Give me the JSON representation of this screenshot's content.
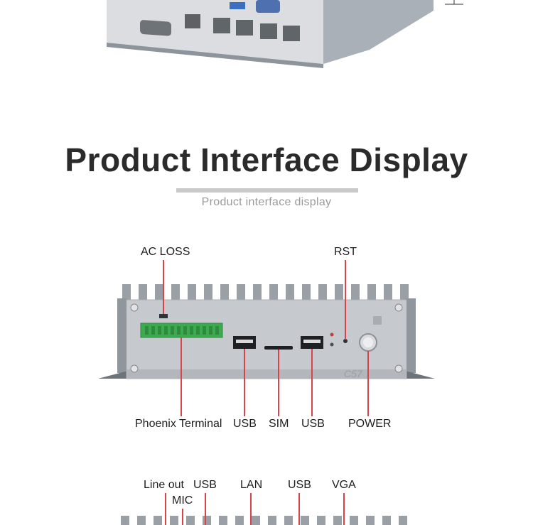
{
  "header": {
    "title": "Product Interface Display",
    "subtitle": "Product interface display"
  },
  "front_panel": {
    "model_mark": "C57",
    "labels": {
      "ac_loss": "AC LOSS",
      "rst": "RST",
      "phoenix_terminal": "Phoenix Terminal",
      "usb_left": "USB",
      "sim": "SIM",
      "usb_right": "USB",
      "power": "POWER"
    }
  },
  "rear_panel": {
    "labels": {
      "line_out": "Line out",
      "mic": "MIC",
      "usb_a": "USB",
      "lan": "LAN",
      "usb_b": "USB",
      "vga": "VGA"
    }
  },
  "colors": {
    "title": "#2b2b2b",
    "subtitle": "#9a9a9a",
    "callout_line": "#d8444a",
    "chassis_silver": "#c4c7cb",
    "terminal_green": "#3daa4f"
  }
}
